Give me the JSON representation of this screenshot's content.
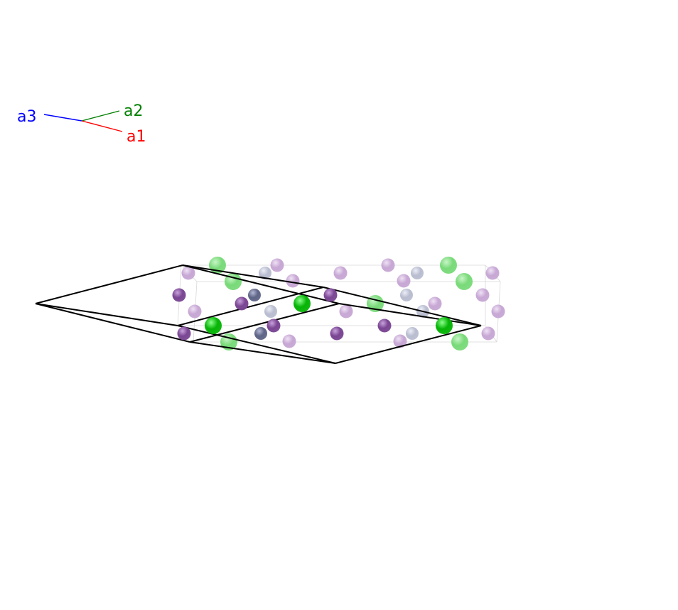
{
  "axes": {
    "a1": {
      "label": "a1",
      "color": "#ff0000"
    },
    "a2": {
      "label": "a2",
      "color": "#008000"
    },
    "a3": {
      "label": "a3",
      "color": "#0000ff"
    }
  },
  "cell_colors": {
    "primitive": "#000000",
    "conventional": "#d8d8d8"
  },
  "atom_types": {
    "green_near": {
      "fill": "#06b406",
      "highlight": "#8cff8c"
    },
    "green_far": {
      "fill": "#79da79",
      "highlight": "#c8f5c8"
    },
    "purple_near": {
      "fill": "#7a4693",
      "highlight": "#c9a2dc"
    },
    "lilac_far": {
      "fill": "#c7a7d4",
      "highlight": "#efe2f5"
    },
    "slate_near": {
      "fill": "#5f6587",
      "highlight": "#b3b8d4"
    },
    "silver_far": {
      "fill": "#b9bdd0",
      "highlight": "#eceef6"
    }
  }
}
